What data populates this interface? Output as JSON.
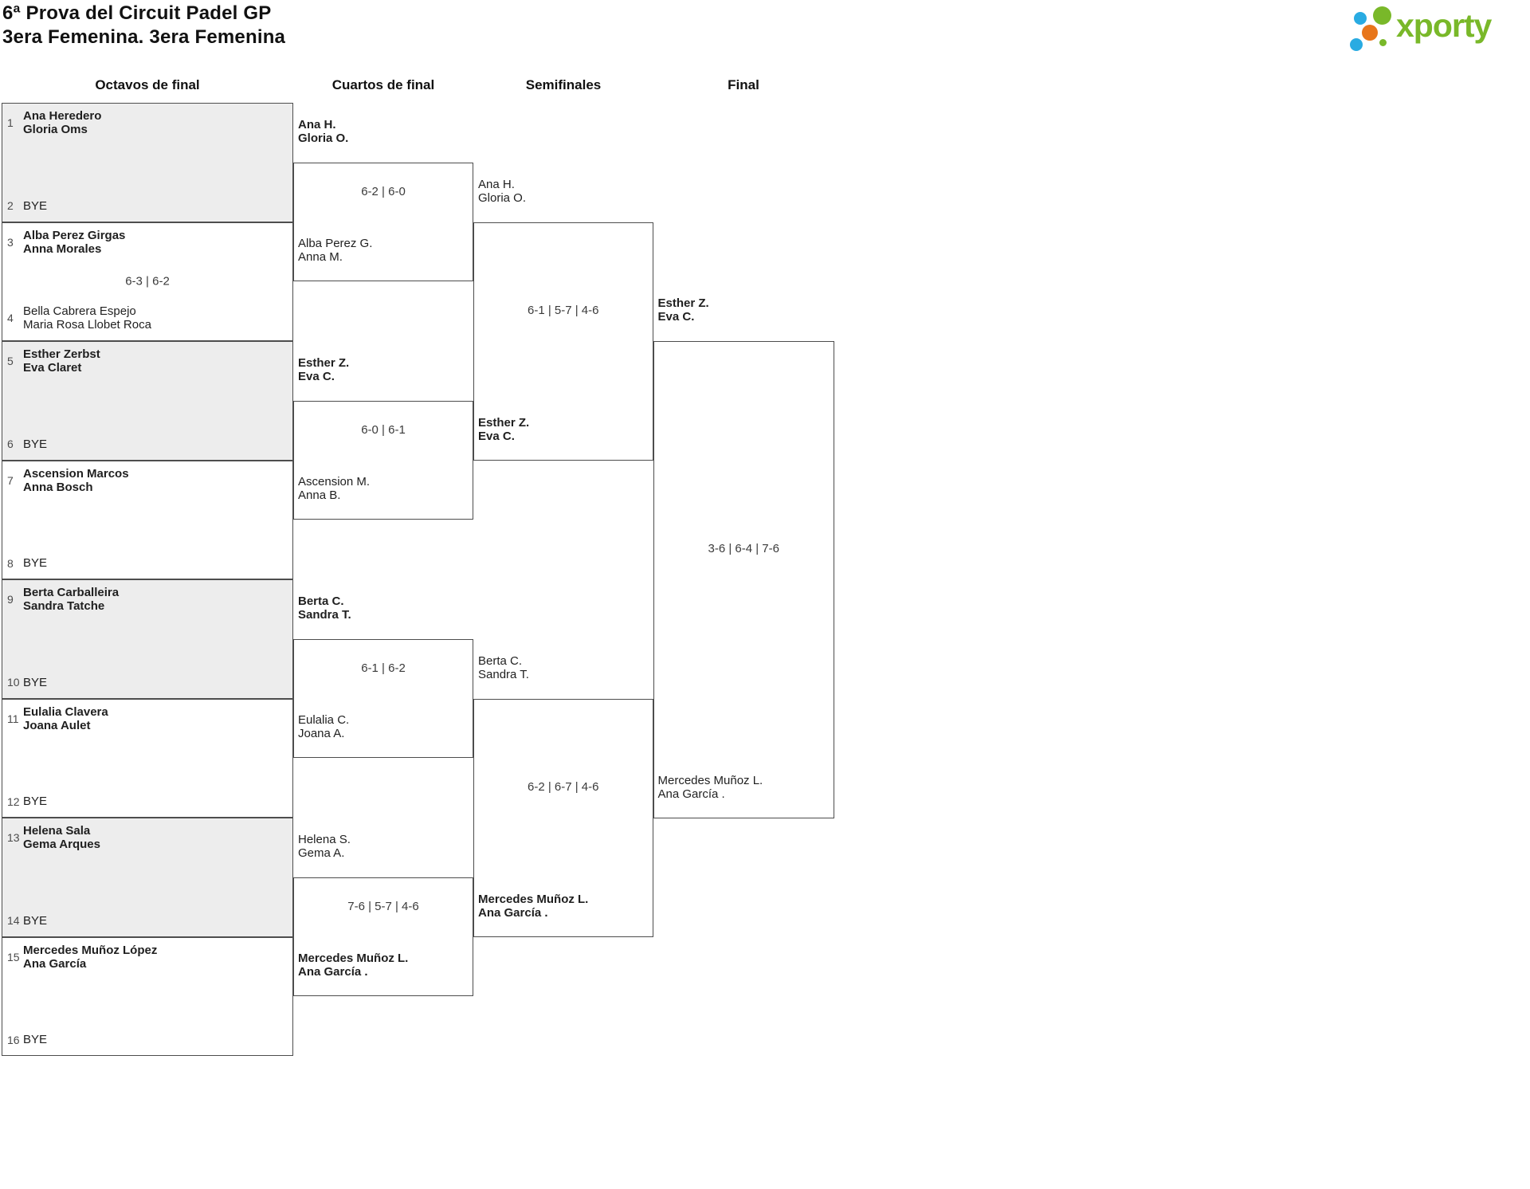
{
  "page": {
    "title_line1": "6ª Prova del Circuit Padel GP",
    "title_line2": "3era Femenina. 3era Femenina"
  },
  "round_headers": [
    "Octavos de final",
    "Cuartos de final",
    "Semifinales",
    "Final"
  ],
  "logo": {
    "brand": "xporty",
    "green": "#79b829",
    "blue": "#29abe2",
    "orange": "#e8751a"
  },
  "colors": {
    "shaded_box_fill": "#ededed",
    "border": "#4d4d4d",
    "text": "#1f1f1f"
  },
  "first_round": [
    {
      "seed_top": "1",
      "team_top": [
        "Ana Heredero",
        "Gloria Oms"
      ],
      "top_bold": true,
      "seed_bottom": "2",
      "team_bottom": [
        "BYE"
      ],
      "bottom_bold": false,
      "score": "",
      "shaded": true
    },
    {
      "seed_top": "3",
      "team_top": [
        "Alba Perez Girgas",
        "Anna Morales"
      ],
      "top_bold": true,
      "seed_bottom": "4",
      "team_bottom": [
        "Bella Cabrera Espejo",
        "Maria Rosa Llobet Roca"
      ],
      "bottom_bold": false,
      "score": "6-3 | 6-2",
      "shaded": false
    },
    {
      "seed_top": "5",
      "team_top": [
        "Esther Zerbst",
        "Eva Claret"
      ],
      "top_bold": true,
      "seed_bottom": "6",
      "team_bottom": [
        "BYE"
      ],
      "bottom_bold": false,
      "score": "",
      "shaded": true
    },
    {
      "seed_top": "7",
      "team_top": [
        "Ascension Marcos",
        "Anna Bosch"
      ],
      "top_bold": true,
      "seed_bottom": "8",
      "team_bottom": [
        "BYE"
      ],
      "bottom_bold": false,
      "score": "",
      "shaded": false
    },
    {
      "seed_top": "9",
      "team_top": [
        "Berta Carballeira",
        "Sandra Tatche"
      ],
      "top_bold": true,
      "seed_bottom": "10",
      "team_bottom": [
        "BYE"
      ],
      "bottom_bold": false,
      "score": "",
      "shaded": true
    },
    {
      "seed_top": "11",
      "team_top": [
        "Eulalia Clavera",
        "Joana Aulet"
      ],
      "top_bold": true,
      "seed_bottom": "12",
      "team_bottom": [
        "BYE"
      ],
      "bottom_bold": false,
      "score": "",
      "shaded": false
    },
    {
      "seed_top": "13",
      "team_top": [
        "Helena Sala",
        "Gema Arques"
      ],
      "top_bold": true,
      "seed_bottom": "14",
      "team_bottom": [
        "BYE"
      ],
      "bottom_bold": false,
      "score": "",
      "shaded": true
    },
    {
      "seed_top": "15",
      "team_top": [
        "Mercedes Muñoz López",
        "Ana García"
      ],
      "top_bold": true,
      "seed_bottom": "16",
      "team_bottom": [
        "BYE"
      ],
      "bottom_bold": false,
      "score": "",
      "shaded": false
    }
  ],
  "quarterfinals": [
    {
      "team_top": [
        "Ana H.",
        "Gloria O."
      ],
      "top_bold": true,
      "team_bottom": [
        "Alba Perez G.",
        "Anna M."
      ],
      "bottom_bold": false,
      "score": "6-2 | 6-0"
    },
    {
      "team_top": [
        "Esther Z.",
        "Eva C."
      ],
      "top_bold": true,
      "team_bottom": [
        "Ascension M.",
        "Anna B."
      ],
      "bottom_bold": false,
      "score": "6-0 | 6-1"
    },
    {
      "team_top": [
        "Berta C.",
        "Sandra T."
      ],
      "top_bold": true,
      "team_bottom": [
        "Eulalia C.",
        "Joana A."
      ],
      "bottom_bold": false,
      "score": "6-1 | 6-2"
    },
    {
      "team_top": [
        "Helena S.",
        "Gema A."
      ],
      "top_bold": false,
      "team_bottom": [
        "Mercedes Muñoz L.",
        "Ana García ."
      ],
      "bottom_bold": true,
      "score": "7-6 | 5-7 | 4-6"
    }
  ],
  "semifinals": [
    {
      "team_top": [
        "Ana H.",
        "Gloria O."
      ],
      "top_bold": false,
      "team_bottom": [
        "Esther Z.",
        "Eva C."
      ],
      "bottom_bold": true,
      "score": "6-1 | 5-7 | 4-6"
    },
    {
      "team_top": [
        "Berta C.",
        "Sandra T."
      ],
      "top_bold": false,
      "team_bottom": [
        "Mercedes Muñoz L.",
        "Ana García ."
      ],
      "bottom_bold": true,
      "score": "6-2 | 6-7 | 4-6"
    }
  ],
  "final": [
    {
      "team_top": [
        "Esther Z.",
        "Eva C."
      ],
      "top_bold": true,
      "team_bottom": [
        "Mercedes Muñoz L.",
        "Ana García ."
      ],
      "bottom_bold": false,
      "score": "3-6 | 6-4 | 7-6"
    }
  ]
}
